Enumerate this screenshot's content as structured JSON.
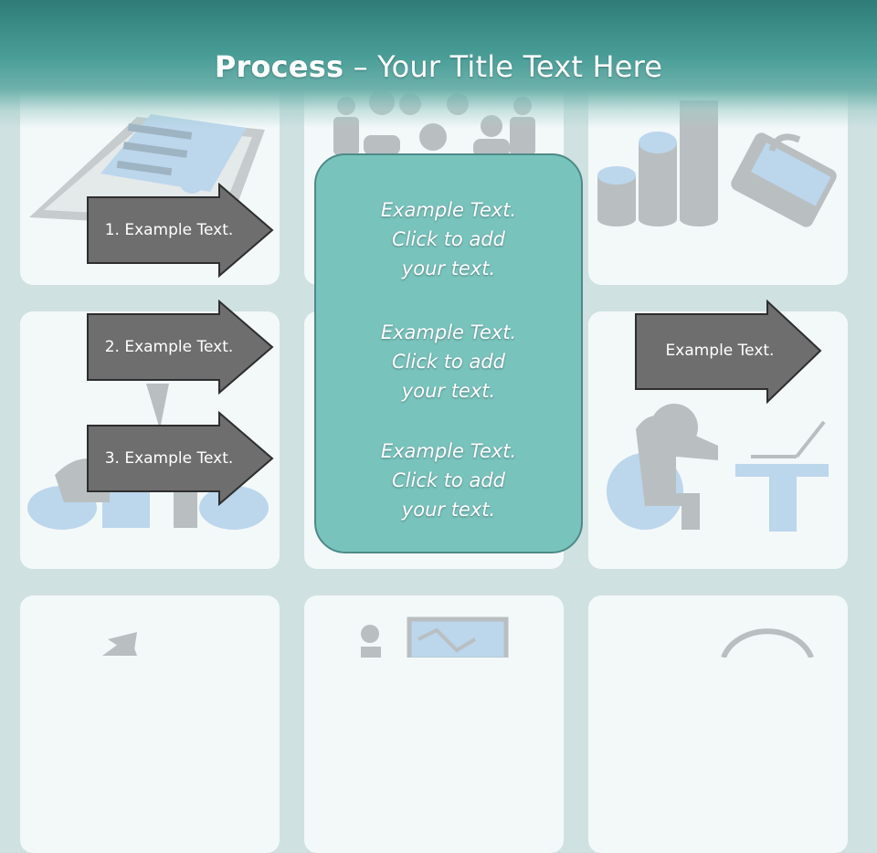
{
  "slide": {
    "title_bold": "Process",
    "title_rest": " – Your Title Text Here"
  },
  "left_arrows": [
    {
      "label": "1. Example Text."
    },
    {
      "label": "2. Example Text."
    },
    {
      "label": "3. Example Text."
    }
  ],
  "right_arrow": {
    "label": "Example Text."
  },
  "center_box": {
    "paragraphs": [
      {
        "lines": [
          "Example Text.",
          "Click  to add",
          "your text."
        ]
      },
      {
        "lines": [
          "Example Text.",
          "Click  to add",
          "your text."
        ]
      },
      {
        "lines": [
          "Example Text.",
          "Click  to add",
          "your text."
        ]
      }
    ]
  },
  "colors": {
    "header": "#2f7c77",
    "background": "#cfe1e1",
    "tile": "#f3f8f9",
    "arrow_fill": "#6e6e6e",
    "arrow_stroke": "#2e2e2e",
    "center_fill": "#79c3bd",
    "center_border": "#4d8a87",
    "icon_gray": "#b9bfc1",
    "icon_blue": "#bcd6ec"
  },
  "background_icons": [
    "newspaper-icon",
    "people-group-icon",
    "bar-chart-icon",
    "briefcase-icon",
    "person-at-desk-icon",
    "growth-arrow-icon",
    "presenter-chart-icon",
    "clock-icon"
  ]
}
